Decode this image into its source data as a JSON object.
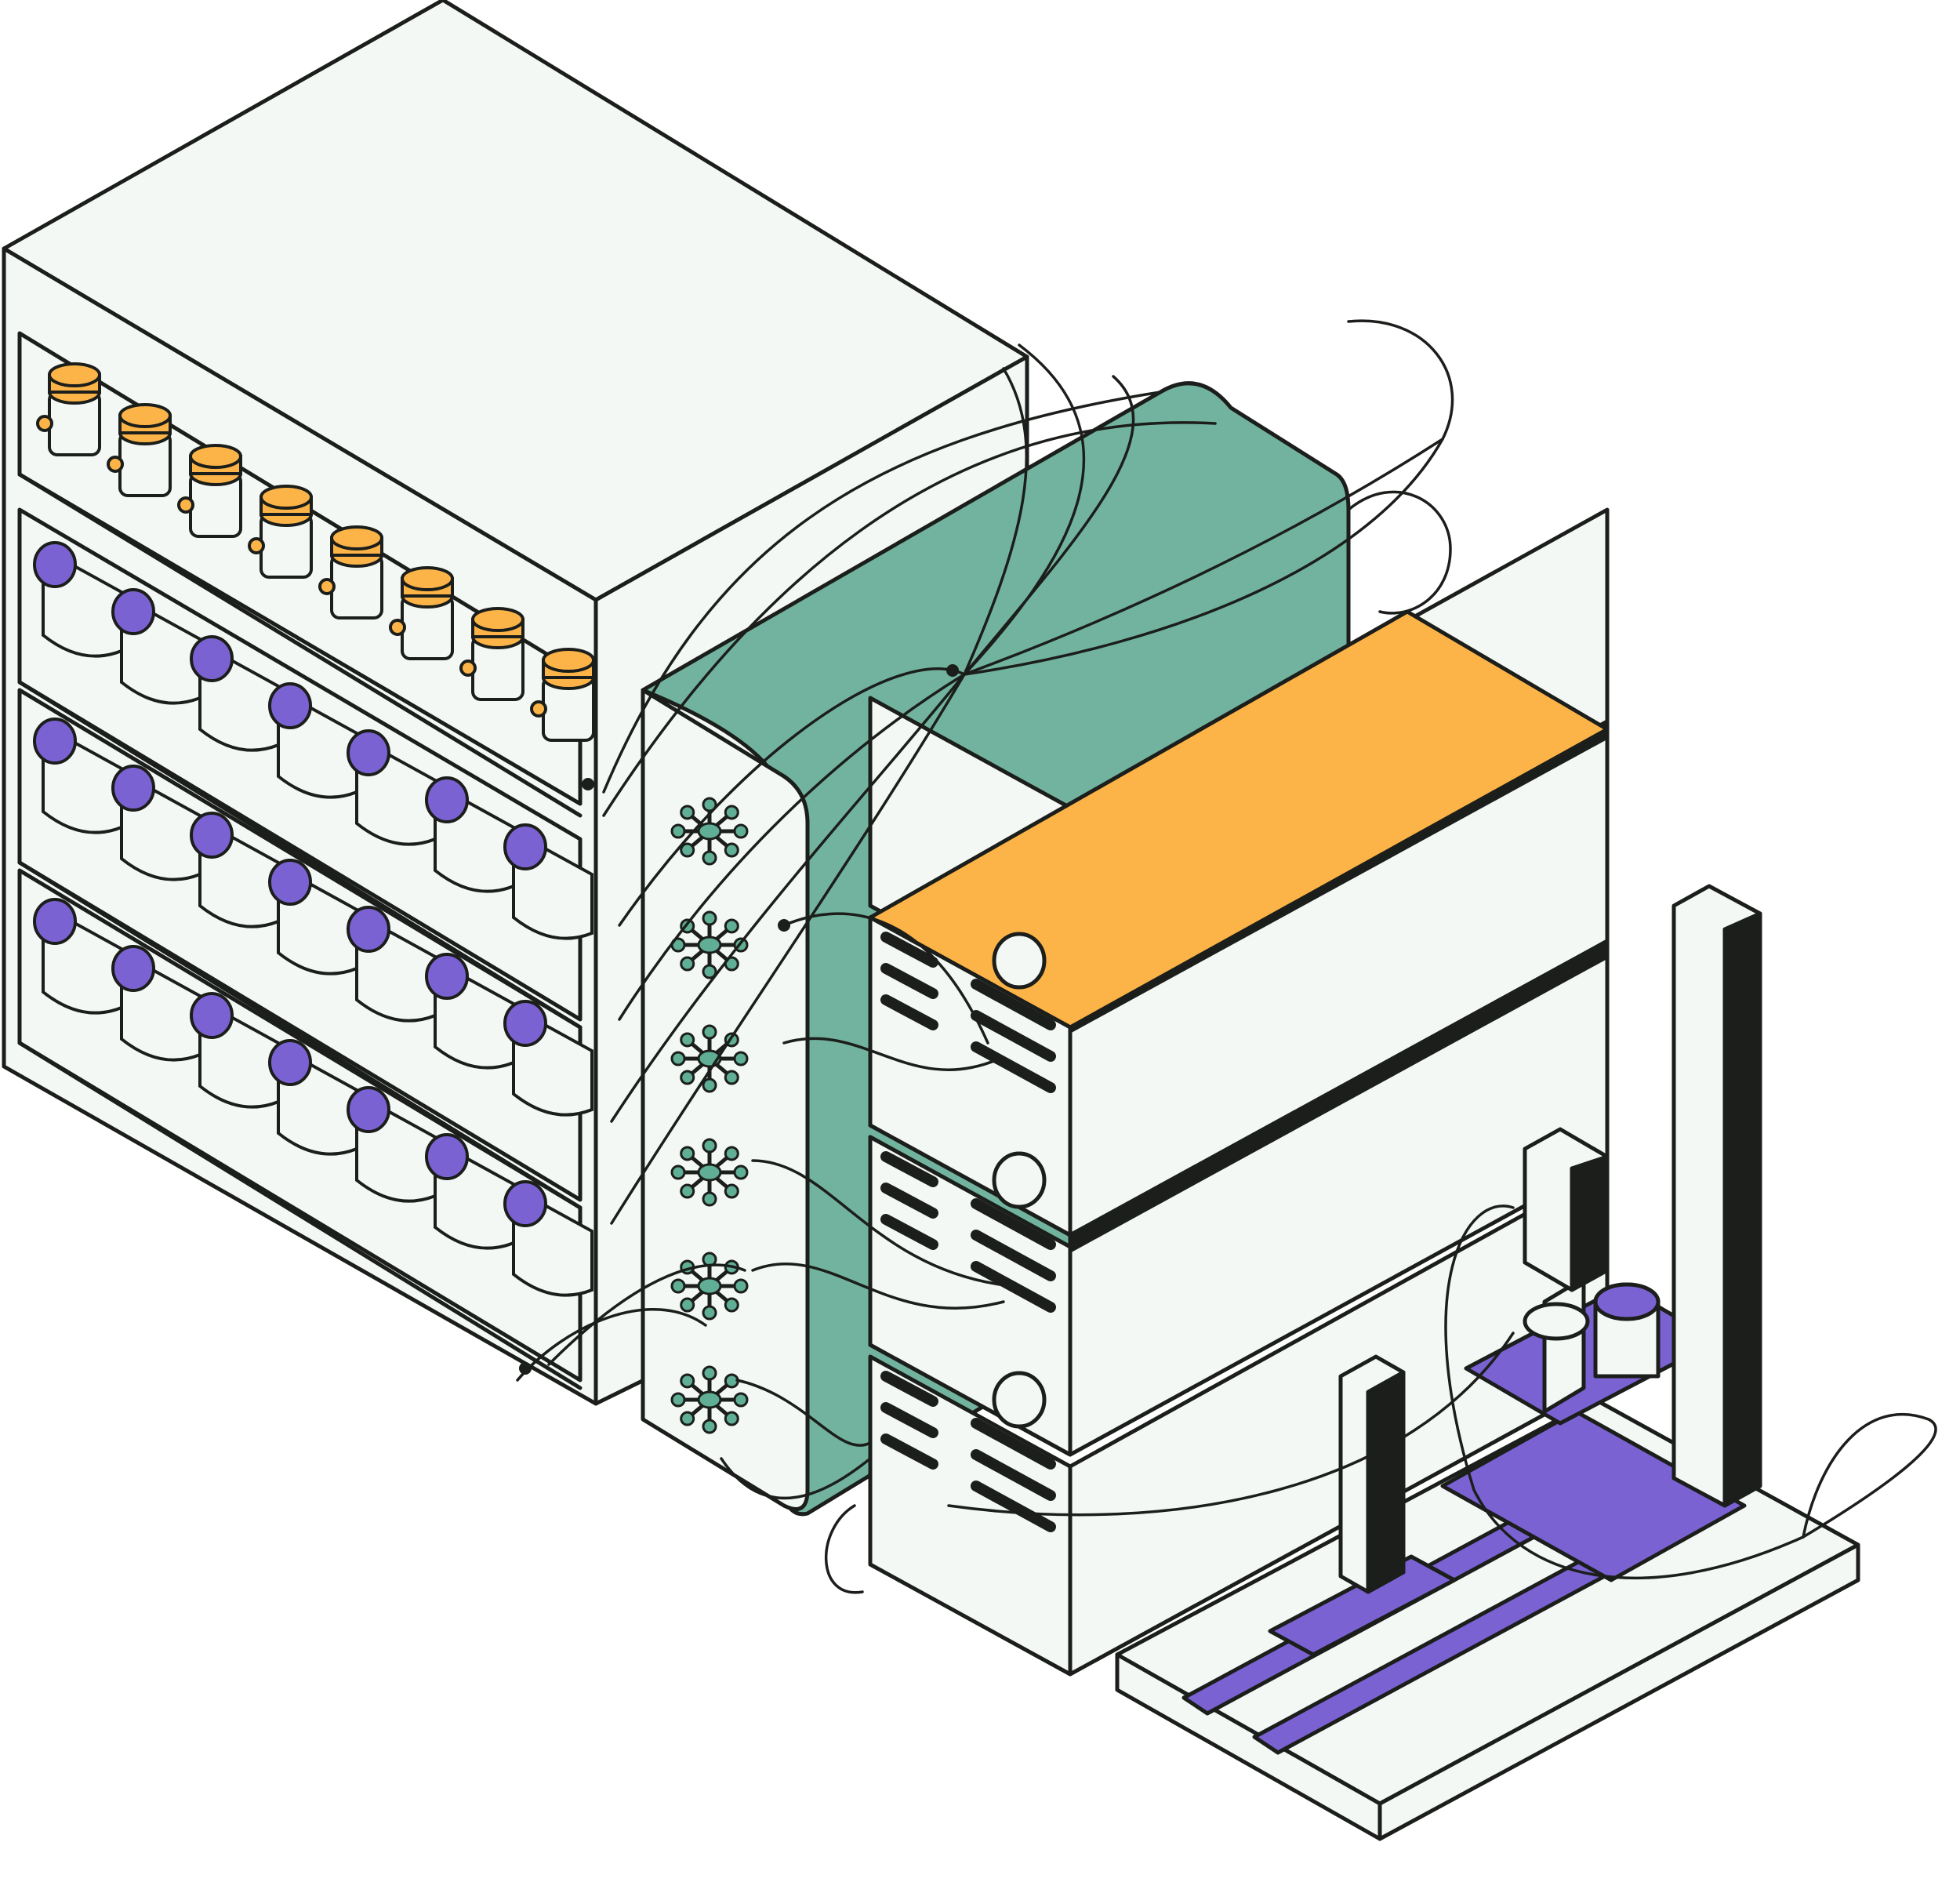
{
  "colors": {
    "outline": "#1b1e1a",
    "panel": "#f4f8f4",
    "reservoir_cap": "#7b62d3",
    "vial_cap": "#fcb448",
    "manifold": "#72b39f",
    "module_top": "#fcb448",
    "valve": "#5fae95",
    "stage_accent": "#7b62d3",
    "background": "#ffffff"
  },
  "icons": {
    "reservoir_rack": "storage-rack-icon",
    "vial": "vial-icon",
    "reservoir_bottle": "bottle-icon",
    "manifold": "manifold-panel-icon",
    "valve": "rotary-valve-icon",
    "pump_module": "pump-module-icon",
    "robot": "sampler-robot-icon"
  },
  "counts": {
    "vials": 8,
    "reservoir_shelves": 3,
    "reservoirs_per_shelf": 7,
    "valves": 6,
    "pump_modules": 3
  }
}
